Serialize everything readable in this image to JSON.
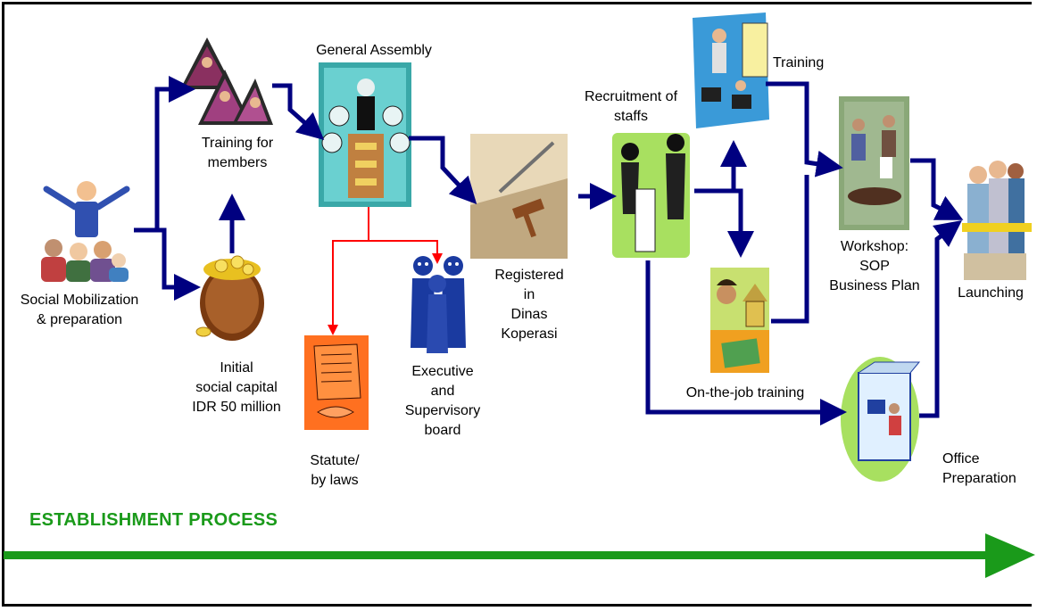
{
  "nodes": {
    "social_mobilization": "Social Mobilization\n& preparation",
    "training_members": "Training for\nmembers",
    "general_assembly": "General Assembly",
    "initial_capital": "Initial\nsocial capital\nIDR 50 million",
    "statute": "Statute/\nby laws",
    "executive_board": "Executive\nand\nSupervisory\nboard",
    "registered": "Registered\nin\nDinas\nKoperasi",
    "recruitment": "Recruitment of\nstaffs",
    "training": "Training",
    "on_job_training": "On-the-job training",
    "workshop": "Workshop:\nSOP\nBusiness Plan",
    "office_preparation": "Office\nPreparation",
    "launching": "Launching"
  },
  "process_title": "ESTABLISHMENT PROCESS",
  "colors": {
    "flow_arrow": "#000080",
    "branch_arrow": "#ff0000",
    "timeline_arrow": "#1a9a1a"
  },
  "icons": {
    "social_mobilization": "speaker-crowd-icon",
    "training_members": "classroom-icon",
    "general_assembly": "assembly-icon",
    "initial_capital": "coin-pot-icon",
    "statute": "document-handshake-icon",
    "executive_board": "people-group-icon",
    "registered": "constitution-gavel-icon",
    "recruitment": "interview-icon",
    "training": "presentation-icon",
    "on_job_training": "worker-building-icon",
    "workshop": "meeting-icon",
    "office_preparation": "office-desk-icon",
    "launching": "ribbon-cutting-icon"
  }
}
